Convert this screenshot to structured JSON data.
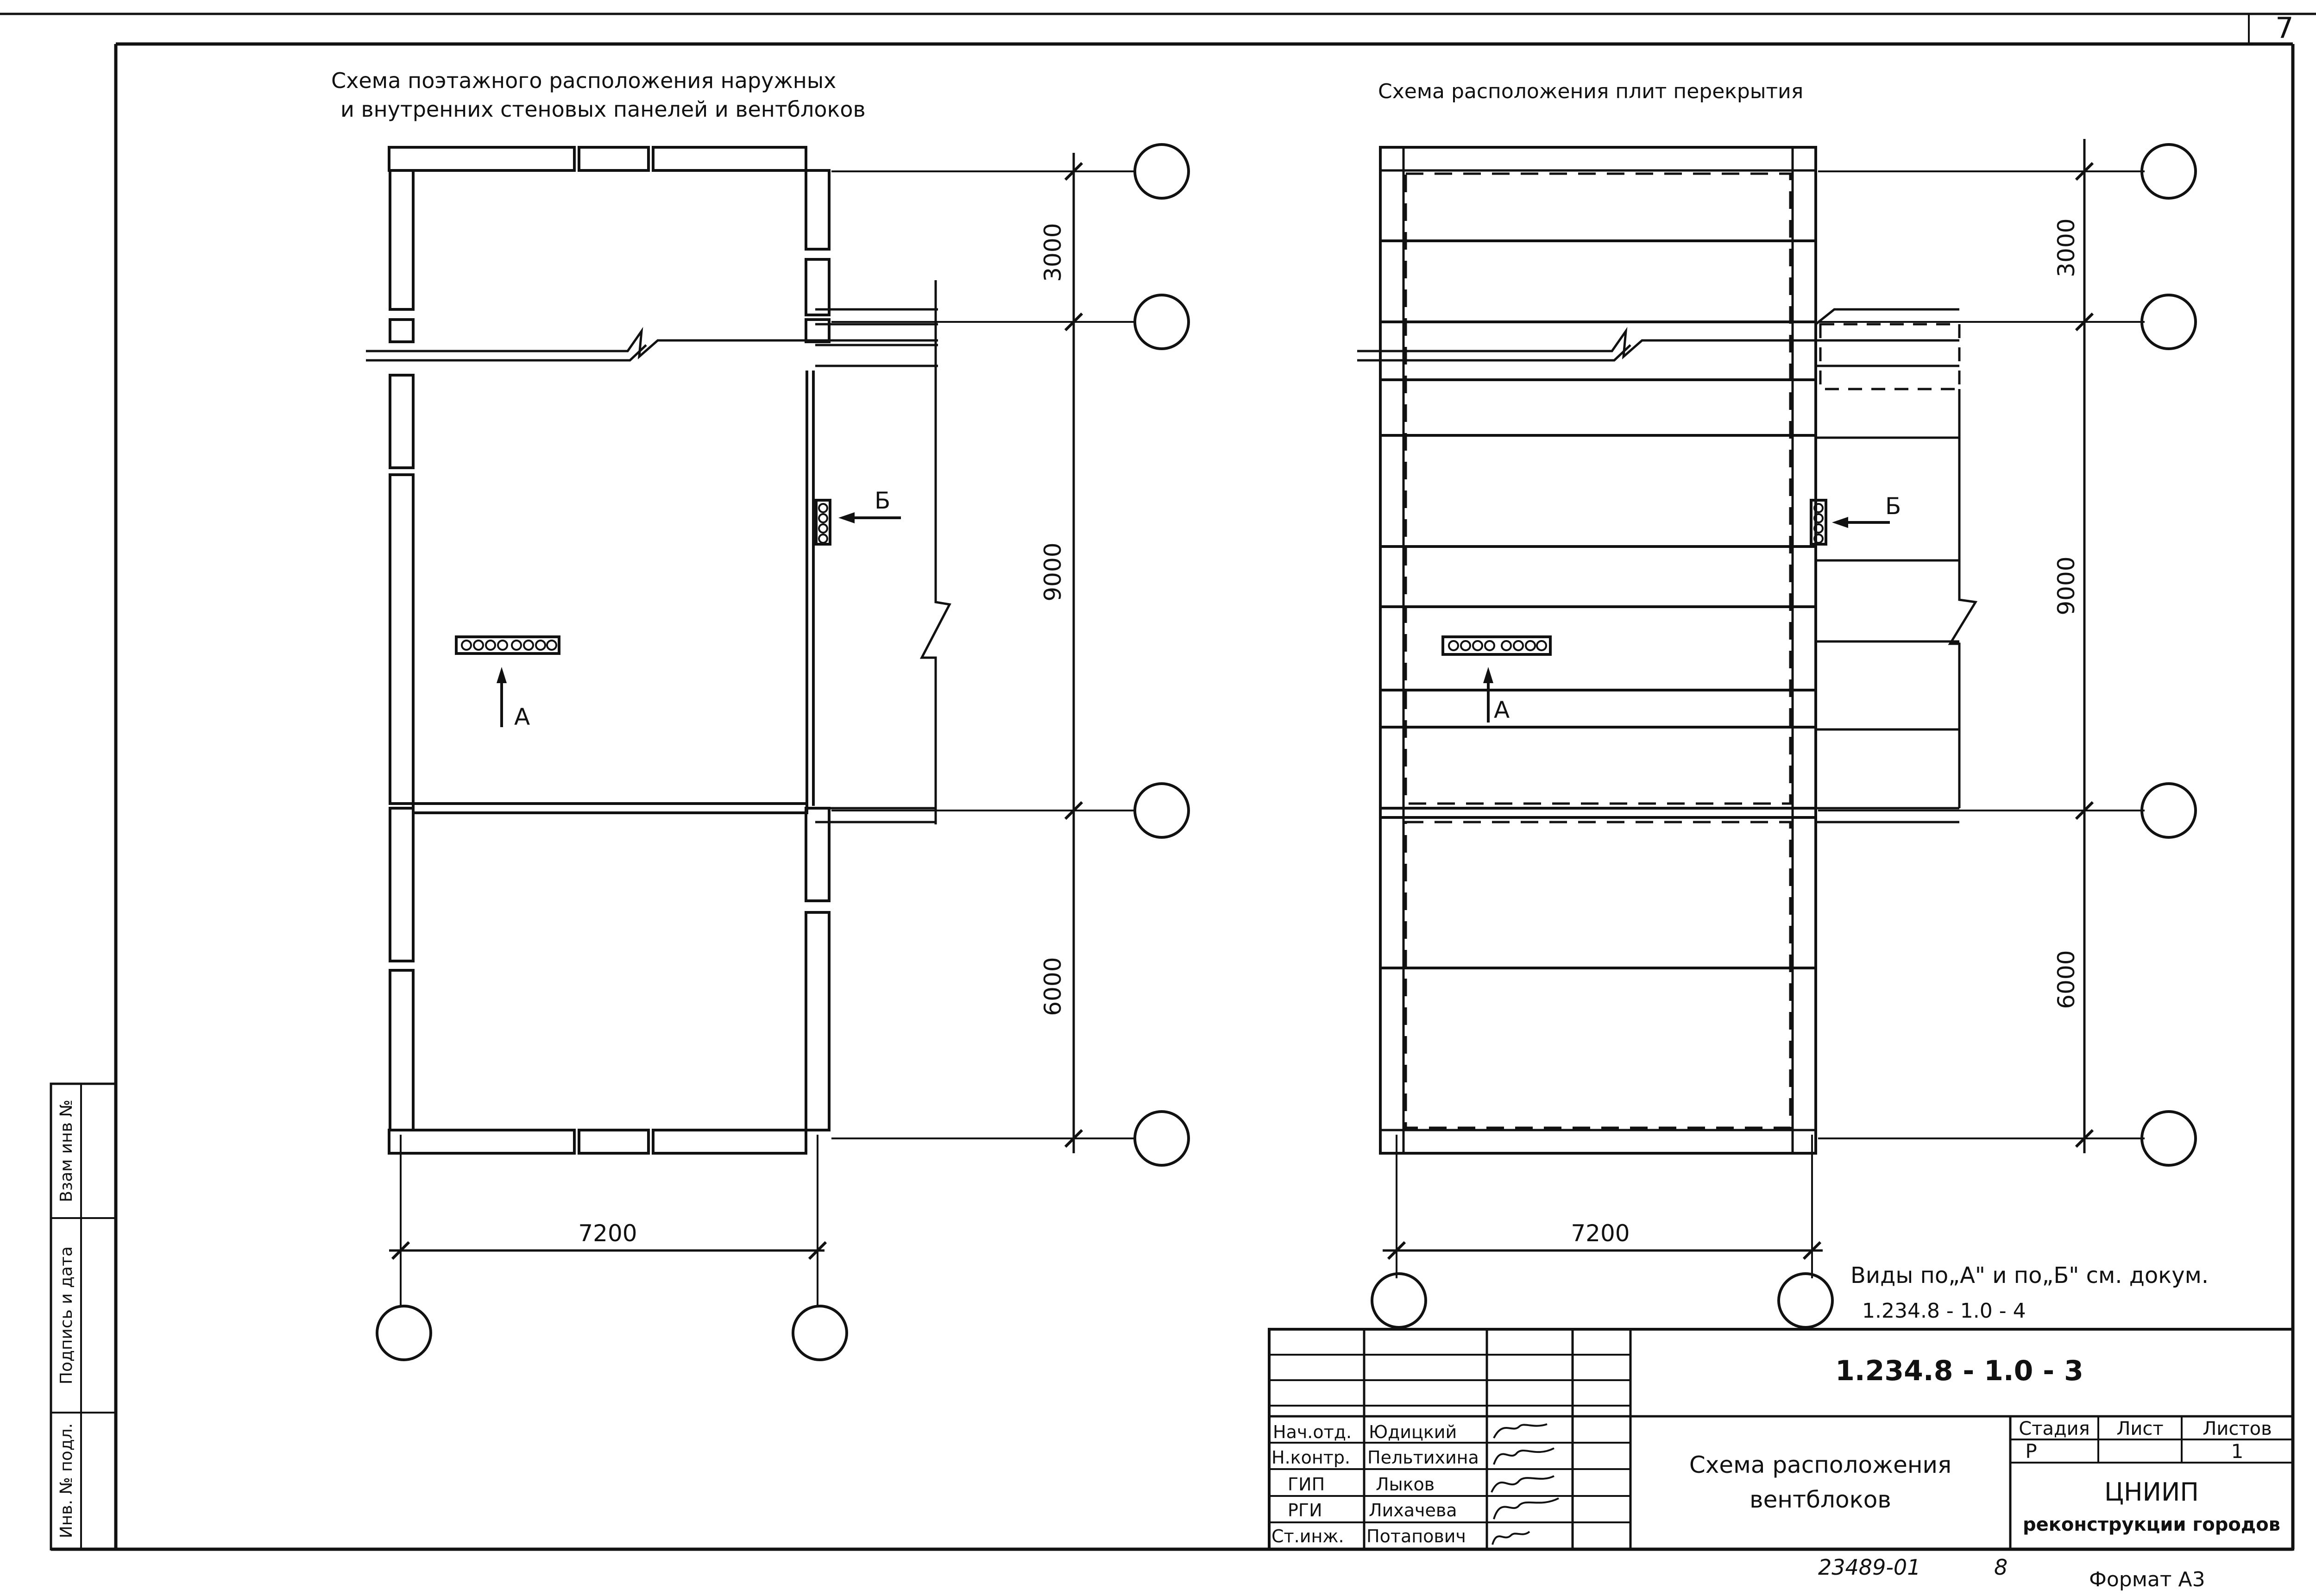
{
  "sheet_number": "7",
  "left_plan": {
    "title_line1": "Схема поэтажного расположения наружных",
    "title_line2": "и внутренних стеновых панелей и вентблоков",
    "dims": {
      "d1": "3000",
      "d2": "9000",
      "d3": "6000",
      "width": "7200"
    },
    "view_a": "А",
    "view_b": "Б"
  },
  "right_plan": {
    "title": "Схема расположения плит перекрытия",
    "dims": {
      "d1": "3000",
      "d2": "9000",
      "d3": "6000",
      "width": "7200"
    },
    "view_a": "А",
    "view_b": "Б"
  },
  "note": {
    "line1": "Виды по„А\" и по„Б\" см. докум.",
    "line2": "1.234.8 - 1.0 - 4"
  },
  "side_stamp": {
    "cell1": "Инв. № подл.",
    "cell2": "Подпись и дата",
    "cell3": "Взам инв №"
  },
  "title_block": {
    "doc_code": "1.234.8 - 1.0 - 3",
    "drawing_name_line1": "Схема   расположения",
    "drawing_name_line2": "вентблоков",
    "hdr_stage": "Стадия",
    "hdr_sheet": "Лист",
    "hdr_sheets": "Листов",
    "stage": "Р",
    "sheet": "",
    "sheets": "1",
    "org_line1": "ЦНИИП",
    "org_line2": "реконструкции городов",
    "signatures": [
      {
        "role": "Нач.отд.",
        "name": "Юдицкий"
      },
      {
        "role": "Н.контр.",
        "name": "Пельтихина"
      },
      {
        "role": "ГИП",
        "name": "Лыков"
      },
      {
        "role": "РГИ",
        "name": "Лихачева"
      },
      {
        "role": "Ст.инж.",
        "name": "Потапович"
      }
    ]
  },
  "footer": {
    "inventory": "23489-01",
    "page": "8",
    "format": "Формат  А3"
  }
}
